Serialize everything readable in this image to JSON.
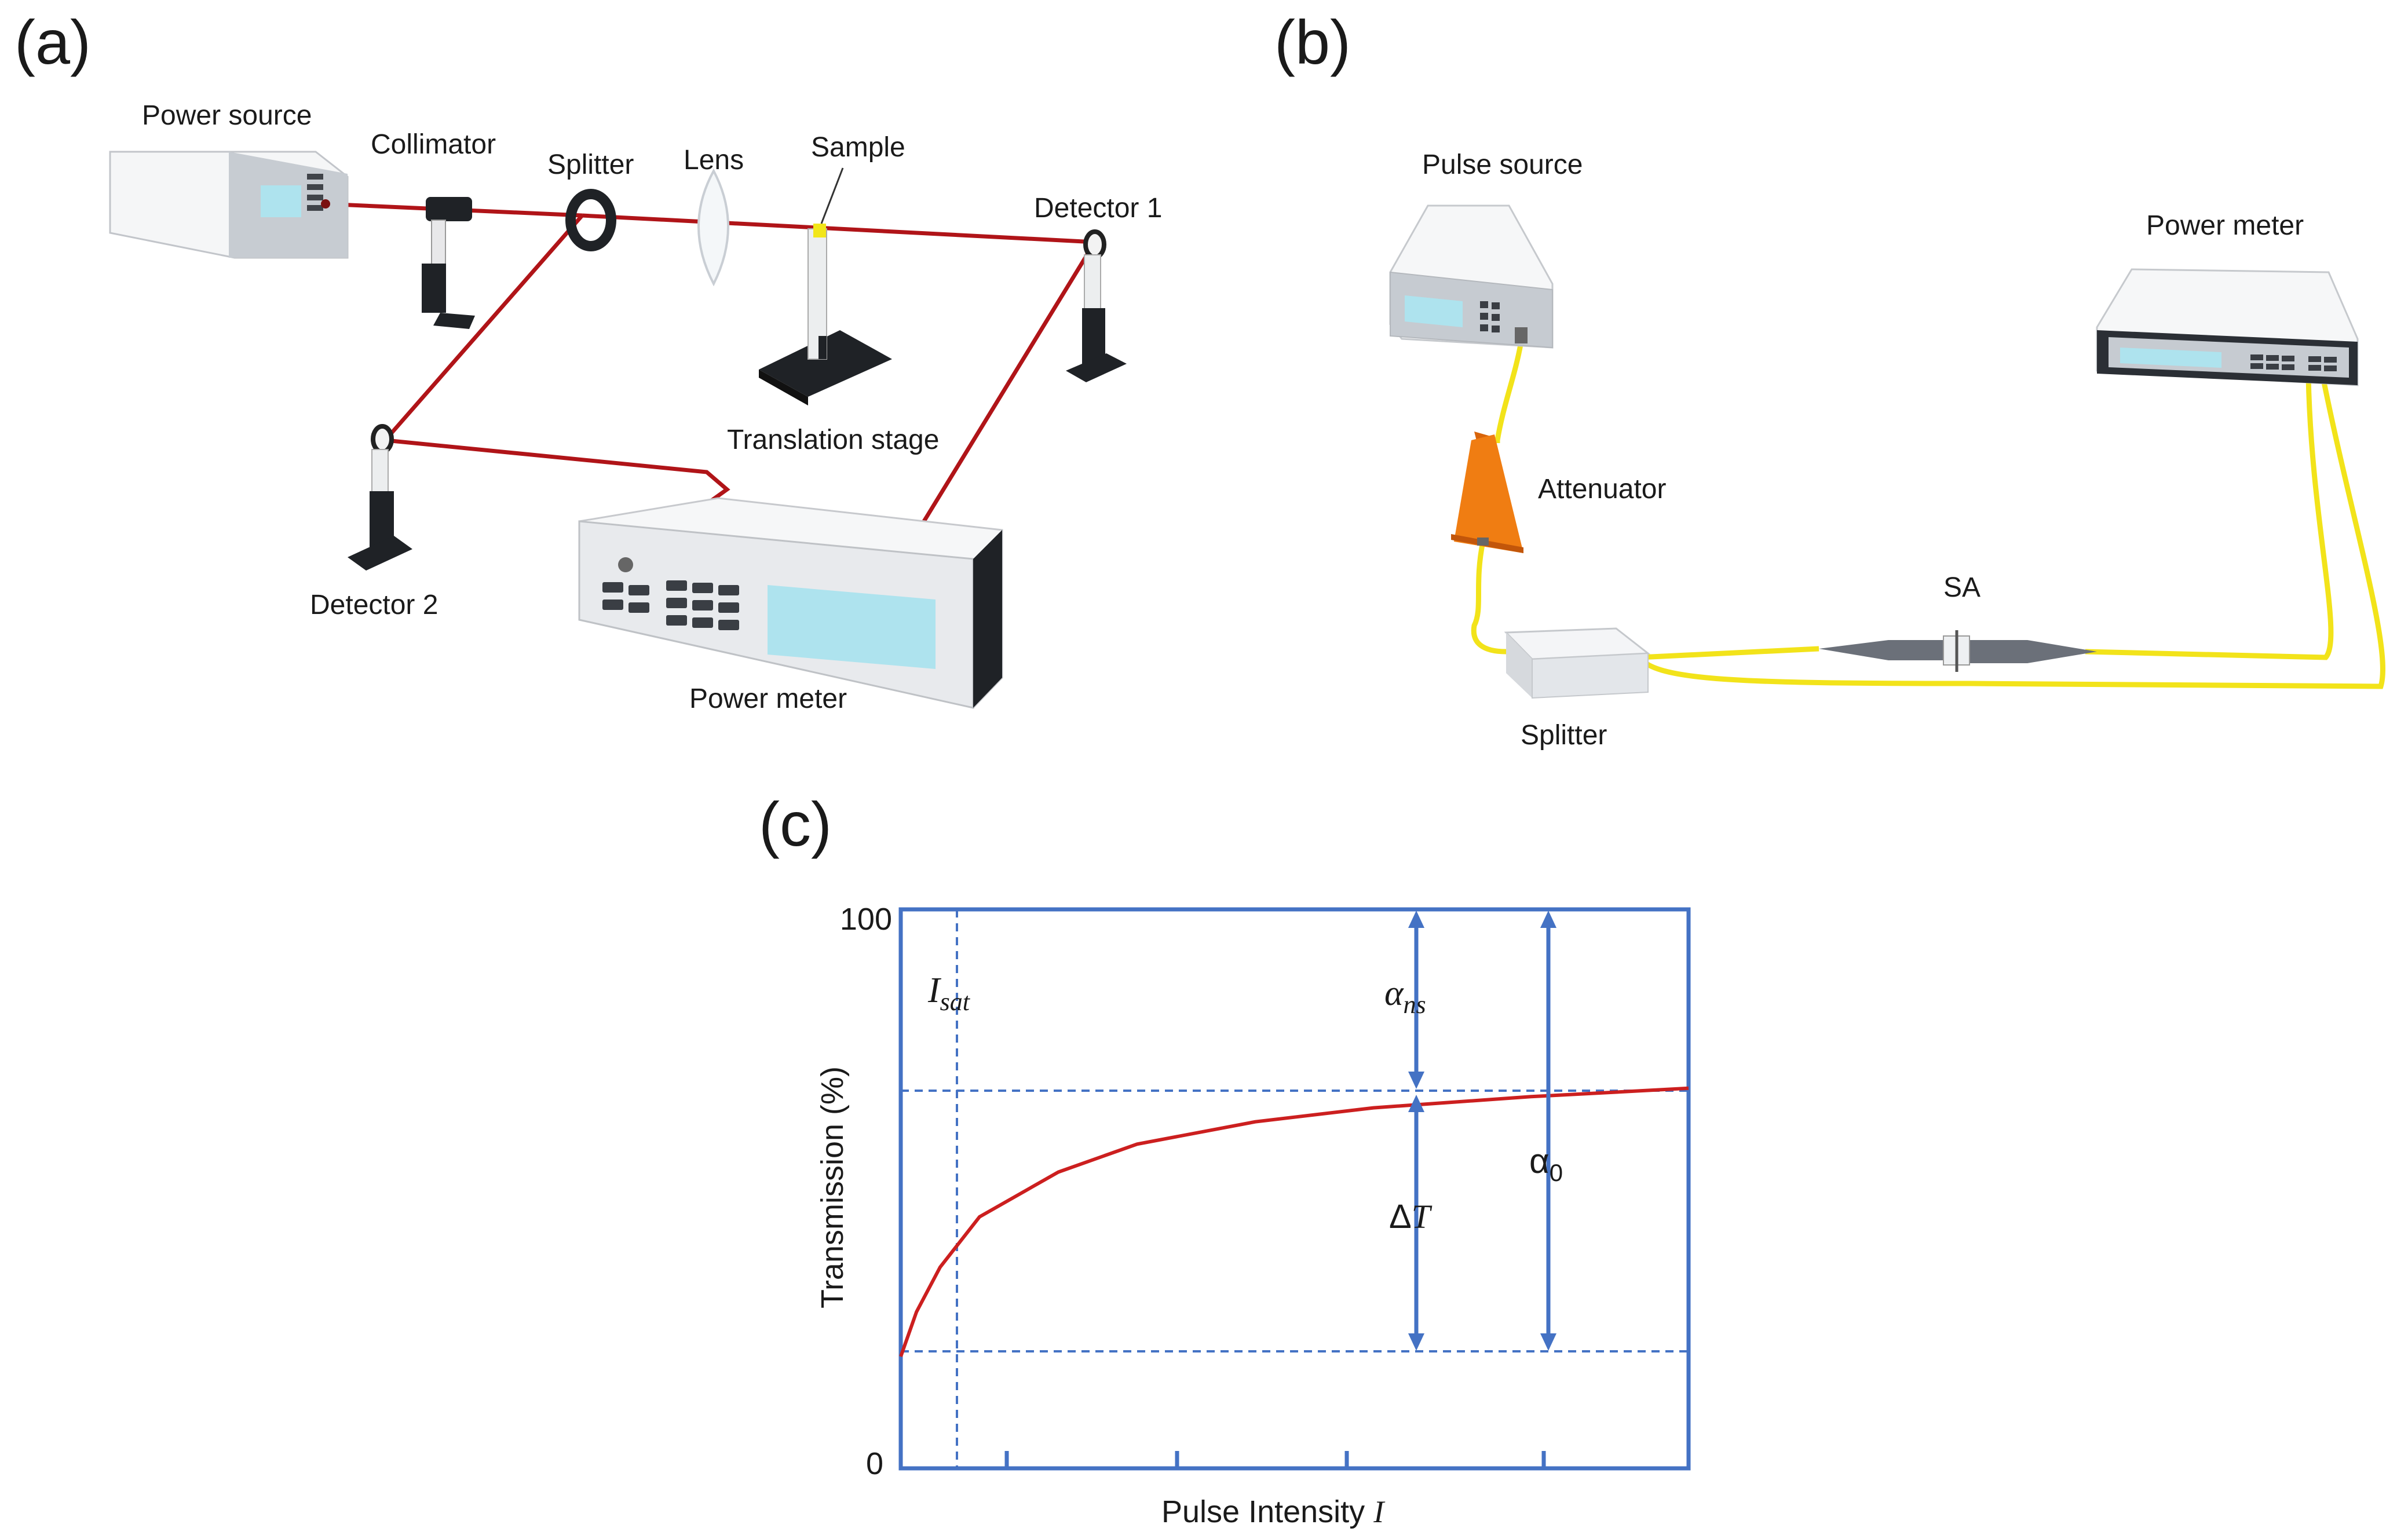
{
  "panels": {
    "a": {
      "tag": "(a)",
      "labels": {
        "power_source": "Power source",
        "collimator": "Collimator",
        "splitter": "Splitter",
        "lens": "Lens",
        "sample": "Sample",
        "detector1": "Detector 1",
        "translation_stage": "Translation stage",
        "detector2": "Detector 2",
        "power_meter": "Power meter"
      }
    },
    "b": {
      "tag": "(b)",
      "labels": {
        "pulse_source": "Pulse source",
        "power_meter": "Power meter",
        "attenuator": "Attenuator",
        "sa": "SA",
        "splitter": "Splitter"
      }
    },
    "c": {
      "tag": "(c)",
      "ylabel": "Transmission (%)",
      "xlabel_text": "Pulse Intensity ",
      "xlabel_symbol": "I",
      "y_tick_top": "100",
      "y_tick_bottom": "0",
      "isat_main": "I",
      "isat_sub": "sat",
      "alpha_ns_main": "α",
      "alpha_ns_sub": "ns",
      "delta_t": "ΔT",
      "delta_t_delta": "Δ",
      "delta_t_T": "T",
      "alpha0_main": "α",
      "alpha0_sub": "0"
    }
  },
  "chart_data": {
    "type": "line",
    "title": "",
    "xlabel": "Pulse Intensity I",
    "ylabel": "Transmission (%)",
    "ylim": [
      0,
      100
    ],
    "y_ticks": [
      "0",
      "100"
    ],
    "series": [
      {
        "values_desc": "saturable absorption curve rising from ~20 to ~68",
        "x": [
          0,
          0.02,
          0.05,
          0.1,
          0.2,
          0.3,
          0.45,
          0.6,
          0.8,
          1.0
        ],
        "y": [
          20,
          28,
          36,
          45,
          53,
          58,
          62,
          64.5,
          66.5,
          68
        ]
      }
    ],
    "annotations": [
      "I_sat",
      "α_ns",
      "ΔT",
      "α_0"
    ],
    "colors": {
      "axis": "#4472c4",
      "curve": "#cc1f1f",
      "beam": "#b01418",
      "fiber": "#f2e31a",
      "attenuator": "#f07d12"
    }
  }
}
